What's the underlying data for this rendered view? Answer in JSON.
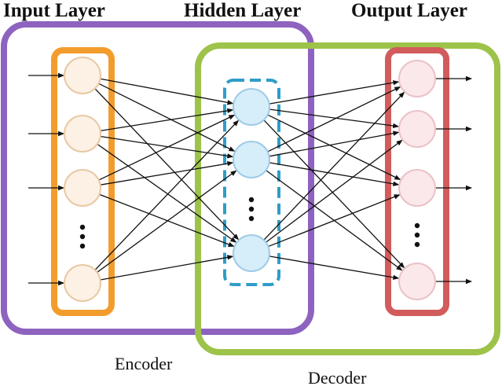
{
  "layers": {
    "input_title": "Input Layer",
    "hidden_title": "Hidden Layer",
    "output_title": "Output Layer"
  },
  "groups": {
    "encoder_label": "Encoder",
    "decoder_label": "Decoder"
  },
  "colors": {
    "encoder_border": "#8E63BF",
    "decoder_border": "#9DC34A",
    "input_box": "#F39C2E",
    "hidden_box": "#2E9DC8",
    "output_box": "#D25B5B",
    "input_node_fill": "#FCF1E4",
    "input_node_stroke": "#E8C9A4",
    "hidden_node_fill": "#D6EEFA",
    "hidden_node_stroke": "#9FCBE6",
    "output_node_fill": "#FBE8EA",
    "output_node_stroke": "#EBC2C6",
    "line": "#111111"
  },
  "structure": {
    "input_nodes_shown": 4,
    "hidden_nodes_shown": 3,
    "output_nodes_shown": 4,
    "ellipsis_marker": "vertical-dots",
    "connectivity": "fully-connected"
  }
}
